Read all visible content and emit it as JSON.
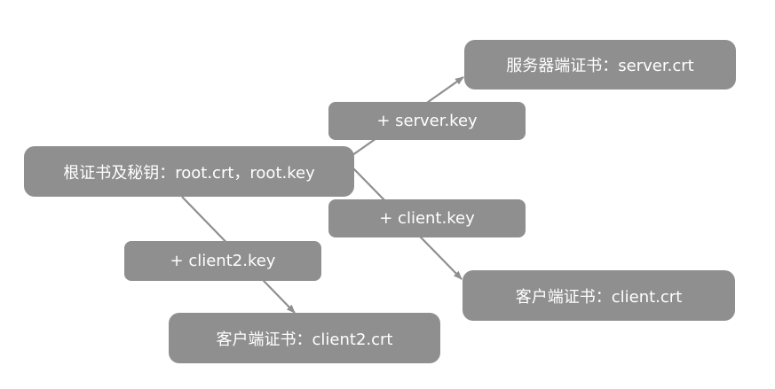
{
  "nodes": {
    "root": "根证书及秘钥：root.crt，root.key",
    "server": "服务器端证书：server.crt",
    "client": "客户端证书：client.crt",
    "client2": "客户端证书：client2.crt"
  },
  "edges": {
    "server_key": "+ server.key",
    "client_key": "+ client.key",
    "client2_key": "+ client2.key"
  },
  "colors": {
    "box": "#8f8f8f",
    "text": "#ffffff",
    "arrow": "#8f8f8f"
  }
}
